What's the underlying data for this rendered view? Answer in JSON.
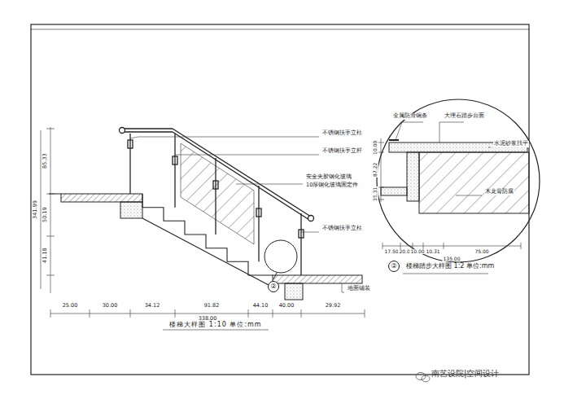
{
  "diagram": {
    "title": "楼梯大样图 1:10 单位:mm",
    "nodes": [
      {
        "text": [
          "②"
        ]
      },
      {
        "text": [
          "②"
        ]
      }
    ],
    "labels": [
      "不锈钢扶手立柱",
      "不锈钢扶手立杆",
      "安全夹胶钢化玻璃",
      "10厚钢化玻璃固定件",
      "不锈钢扶手立柱",
      "地面铺装",
      "金属防滑铜条",
      "大理石踏步台面",
      "水泥砂浆找平",
      "木龙骨防腐",
      "25.00",
      "30.00",
      "34.12",
      "91.82",
      "44.10",
      "40.00",
      "29.92",
      "338.00",
      "85.33",
      "341.99",
      "50.19",
      "41.18",
      "10.00",
      "87.22",
      "35.31",
      "17.50",
      "20.00",
      "10.00",
      "10.31",
      "75.00",
      "135.00",
      "楼梯踏步大样图 1:2 单位:mm",
      "南艺设院|空间设计"
    ]
  }
}
